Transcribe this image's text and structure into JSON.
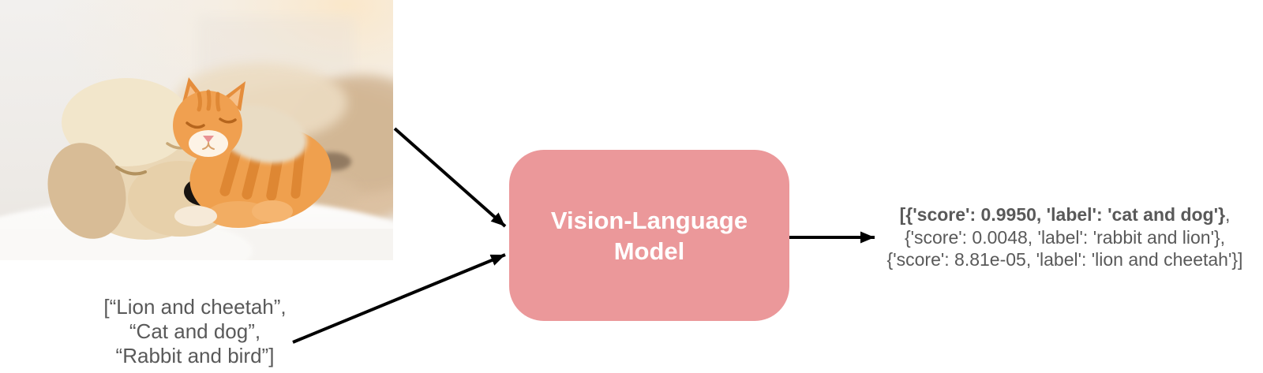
{
  "photo": {
    "alt": "sleeping cream puppy with orange tabby kitten resting on its head on a white blanket"
  },
  "prompt_list": {
    "lines": [
      "[“Lion and cheetah”,",
      "“Cat and dog”,",
      "“Rabbit and bird”]"
    ],
    "text_color": "#595959"
  },
  "model_box": {
    "label_line1": "Vision-Language",
    "label_line2": "Model",
    "fill_color": "#EB989A",
    "text_color": "#FFFFFF"
  },
  "output": {
    "line1_bold": "[{'score': 0.9950, 'label': 'cat and dog'}",
    "line1_tail": ",",
    "line2": "{'score': 0.0048, 'label': 'rabbit and lion'},",
    "line3": "{'score': 8.81e-05, 'label': 'lion and cheetah'}]",
    "text_color": "#595959"
  },
  "arrows": {
    "color": "#000000",
    "items": [
      "image-to-model",
      "labels-to-model",
      "model-to-output"
    ]
  }
}
